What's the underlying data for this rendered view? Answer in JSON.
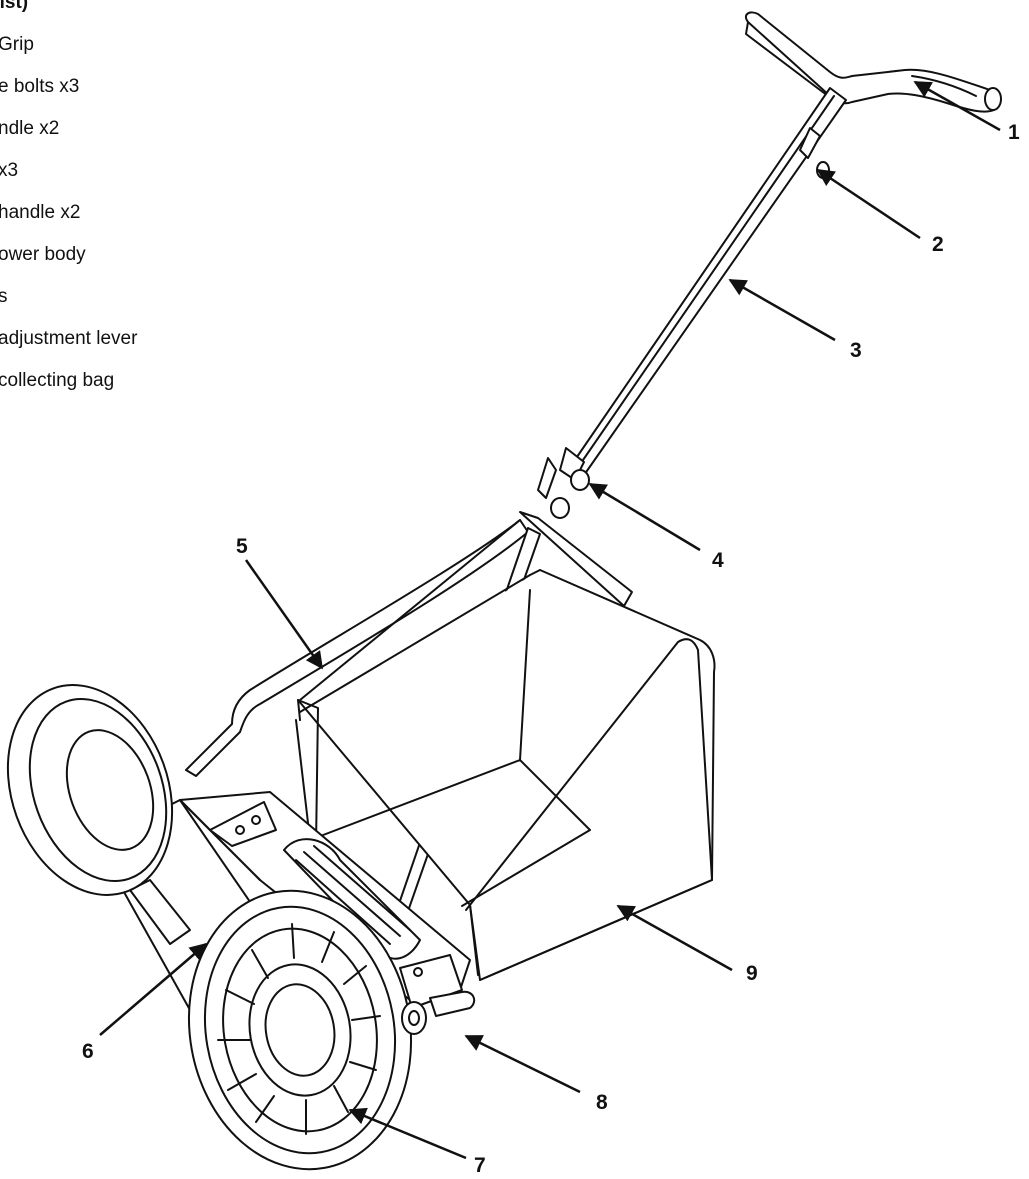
{
  "parts_list": {
    "title": "List)",
    "items": [
      "Grip",
      "e bolts x3",
      "ndle x2",
      "x3",
      "handle x2",
      "ower body",
      "s",
      "adjustment lever",
      "collecting bag"
    ]
  },
  "callouts": {
    "c1": "1",
    "c2": "2",
    "c3": "3",
    "c4": "4",
    "c5": "5",
    "c6": "6",
    "c7": "7",
    "c8": "8",
    "c9": "9"
  },
  "illustration": "lawn-mower-line-drawing"
}
